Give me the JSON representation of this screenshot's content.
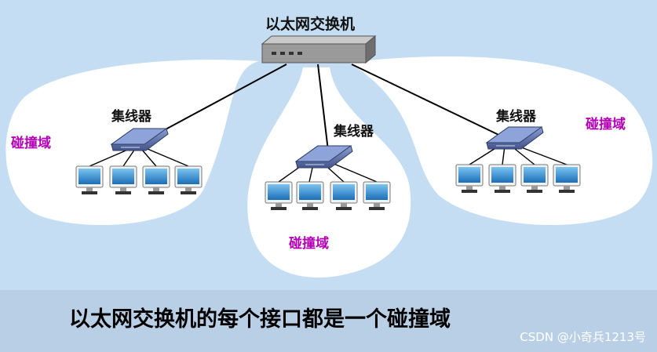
{
  "switch_label": "以太网交换机",
  "hubs": [
    {
      "label": "集线器"
    },
    {
      "label": "集线器"
    },
    {
      "label": "集线器"
    }
  ],
  "collision_domains": [
    {
      "label": "碰撞域"
    },
    {
      "label": "碰撞域"
    },
    {
      "label": "碰撞域"
    }
  ],
  "caption": "以太网交换机的每个接口都是一个碰撞域",
  "watermark": "CSDN @小奇兵1213号",
  "colors": {
    "background": "#c4ddf2",
    "domain_fill": "#ffffff",
    "domain_label": "#b400b4",
    "banner": "#b9cfe6",
    "hub": "#5a6fa8",
    "monitor_screen": "#2a8ed6"
  }
}
